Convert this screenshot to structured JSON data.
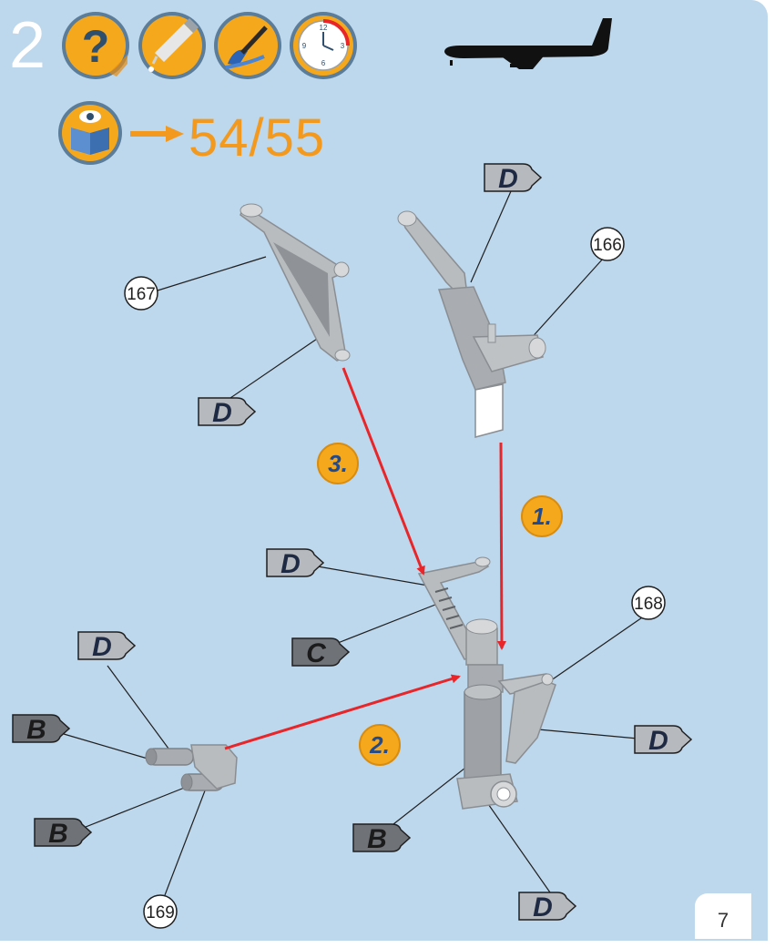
{
  "step": {
    "number": "2"
  },
  "reference": {
    "text": "54/55"
  },
  "page_number": "7",
  "icons": {
    "help": "question-mark-icon",
    "glue": "glue-icon",
    "paint": "paint-brush-icon",
    "clock": "clock-icon",
    "airplane": "airplane-icon",
    "reference": "book-eye-icon"
  },
  "clock_numbers": [
    "12",
    "3",
    "6",
    "9"
  ],
  "parts": [
    {
      "label": "166"
    },
    {
      "label": "167"
    },
    {
      "label": "168"
    },
    {
      "label": "169"
    }
  ],
  "steps": [
    {
      "label": "1."
    },
    {
      "label": "2."
    },
    {
      "label": "3."
    }
  ],
  "paint_flags": {
    "D": "D",
    "C": "C",
    "B": "B"
  },
  "colors": {
    "background": "#bdd7ec",
    "accent_orange": "#f39a1e",
    "arrow_red": "#e8262a",
    "part_gray": "#b9bcbf",
    "flag_light": "#b6b9bd",
    "flag_dark": "#6f7378"
  }
}
